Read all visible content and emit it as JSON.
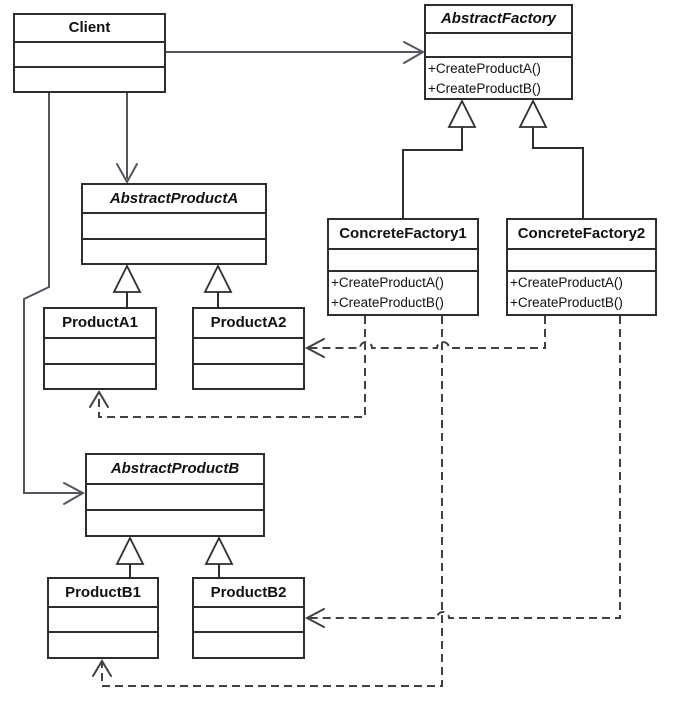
{
  "diagram": {
    "classes": {
      "client": {
        "name": "Client"
      },
      "abstract_factory": {
        "name": "AbstractFactory",
        "stereotype": "abstract",
        "operations": [
          "+CreateProductA()",
          "+CreateProductB()"
        ]
      },
      "concrete_factory1": {
        "name": "ConcreteFactory1",
        "operations": [
          "+CreateProductA()",
          "+CreateProductB()"
        ]
      },
      "concrete_factory2": {
        "name": "ConcreteFactory2",
        "operations": [
          "+CreateProductA()",
          "+CreateProductB()"
        ]
      },
      "abstract_product_a": {
        "name": "AbstractProductA",
        "stereotype": "abstract"
      },
      "product_a1": {
        "name": "ProductA1"
      },
      "product_a2": {
        "name": "ProductA2"
      },
      "abstract_product_b": {
        "name": "AbstractProductB",
        "stereotype": "abstract"
      },
      "product_b1": {
        "name": "ProductB1"
      },
      "product_b2": {
        "name": "ProductB2"
      }
    },
    "relationships": [
      {
        "from": "Client",
        "to": "AbstractFactory",
        "type": "association"
      },
      {
        "from": "Client",
        "to": "AbstractProductA",
        "type": "association"
      },
      {
        "from": "Client",
        "to": "AbstractProductB",
        "type": "association"
      },
      {
        "from": "ConcreteFactory1",
        "to": "AbstractFactory",
        "type": "generalization"
      },
      {
        "from": "ConcreteFactory2",
        "to": "AbstractFactory",
        "type": "generalization"
      },
      {
        "from": "ProductA1",
        "to": "AbstractProductA",
        "type": "generalization"
      },
      {
        "from": "ProductA2",
        "to": "AbstractProductA",
        "type": "generalization"
      },
      {
        "from": "ProductB1",
        "to": "AbstractProductB",
        "type": "generalization"
      },
      {
        "from": "ProductB2",
        "to": "AbstractProductB",
        "type": "generalization"
      },
      {
        "from": "ConcreteFactory1",
        "to": "ProductA1",
        "type": "dependency"
      },
      {
        "from": "ConcreteFactory1",
        "to": "ProductB1",
        "type": "dependency"
      },
      {
        "from": "ConcreteFactory2",
        "to": "ProductA2",
        "type": "dependency"
      },
      {
        "from": "ConcreteFactory2",
        "to": "ProductB2",
        "type": "dependency"
      }
    ],
    "colors": {
      "box_border": "#2d2d2d",
      "box_fill": "#ffffff",
      "association_line": "#55555e",
      "generalization_line": "#2d2d2d",
      "dependency_line": "#404045",
      "text": "#111111",
      "background": "#ffffff"
    }
  }
}
